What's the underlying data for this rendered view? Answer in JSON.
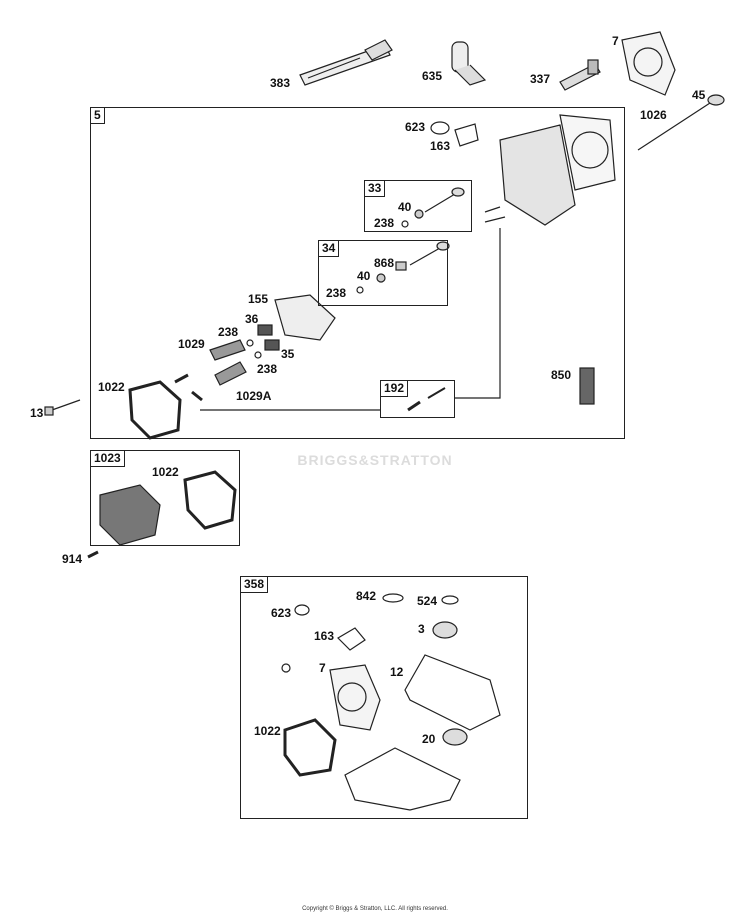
{
  "watermark": "BRIGGS&STRATTON",
  "copyright": "Copyright © Briggs & Stratton, LLC. All rights reserved.",
  "groups": {
    "g5": "5",
    "g33": "33",
    "g34": "34",
    "g192": "192",
    "g1023": "1023",
    "g358": "358"
  },
  "labels": {
    "l383": "383",
    "l635": "635",
    "l337": "337",
    "l7_top": "7",
    "l45": "45",
    "l1026": "1026",
    "l623_a": "623",
    "l163_a": "163",
    "l40_a": "40",
    "l238_a": "238",
    "l868": "868",
    "l40_b": "40",
    "l238_b": "238",
    "l155": "155",
    "l36": "36",
    "l238_c": "238",
    "l1029": "1029",
    "l35": "35",
    "l238_d": "238",
    "l1029a": "1029A",
    "l1022_a": "1022",
    "l13": "13",
    "l850": "850",
    "l1022_b": "1022",
    "l914": "914",
    "l842": "842",
    "l524": "524",
    "l623_b": "623",
    "l163_b": "163",
    "l3": "3",
    "l7_b": "7",
    "l12": "12",
    "l1022_c": "1022",
    "l20": "20"
  }
}
